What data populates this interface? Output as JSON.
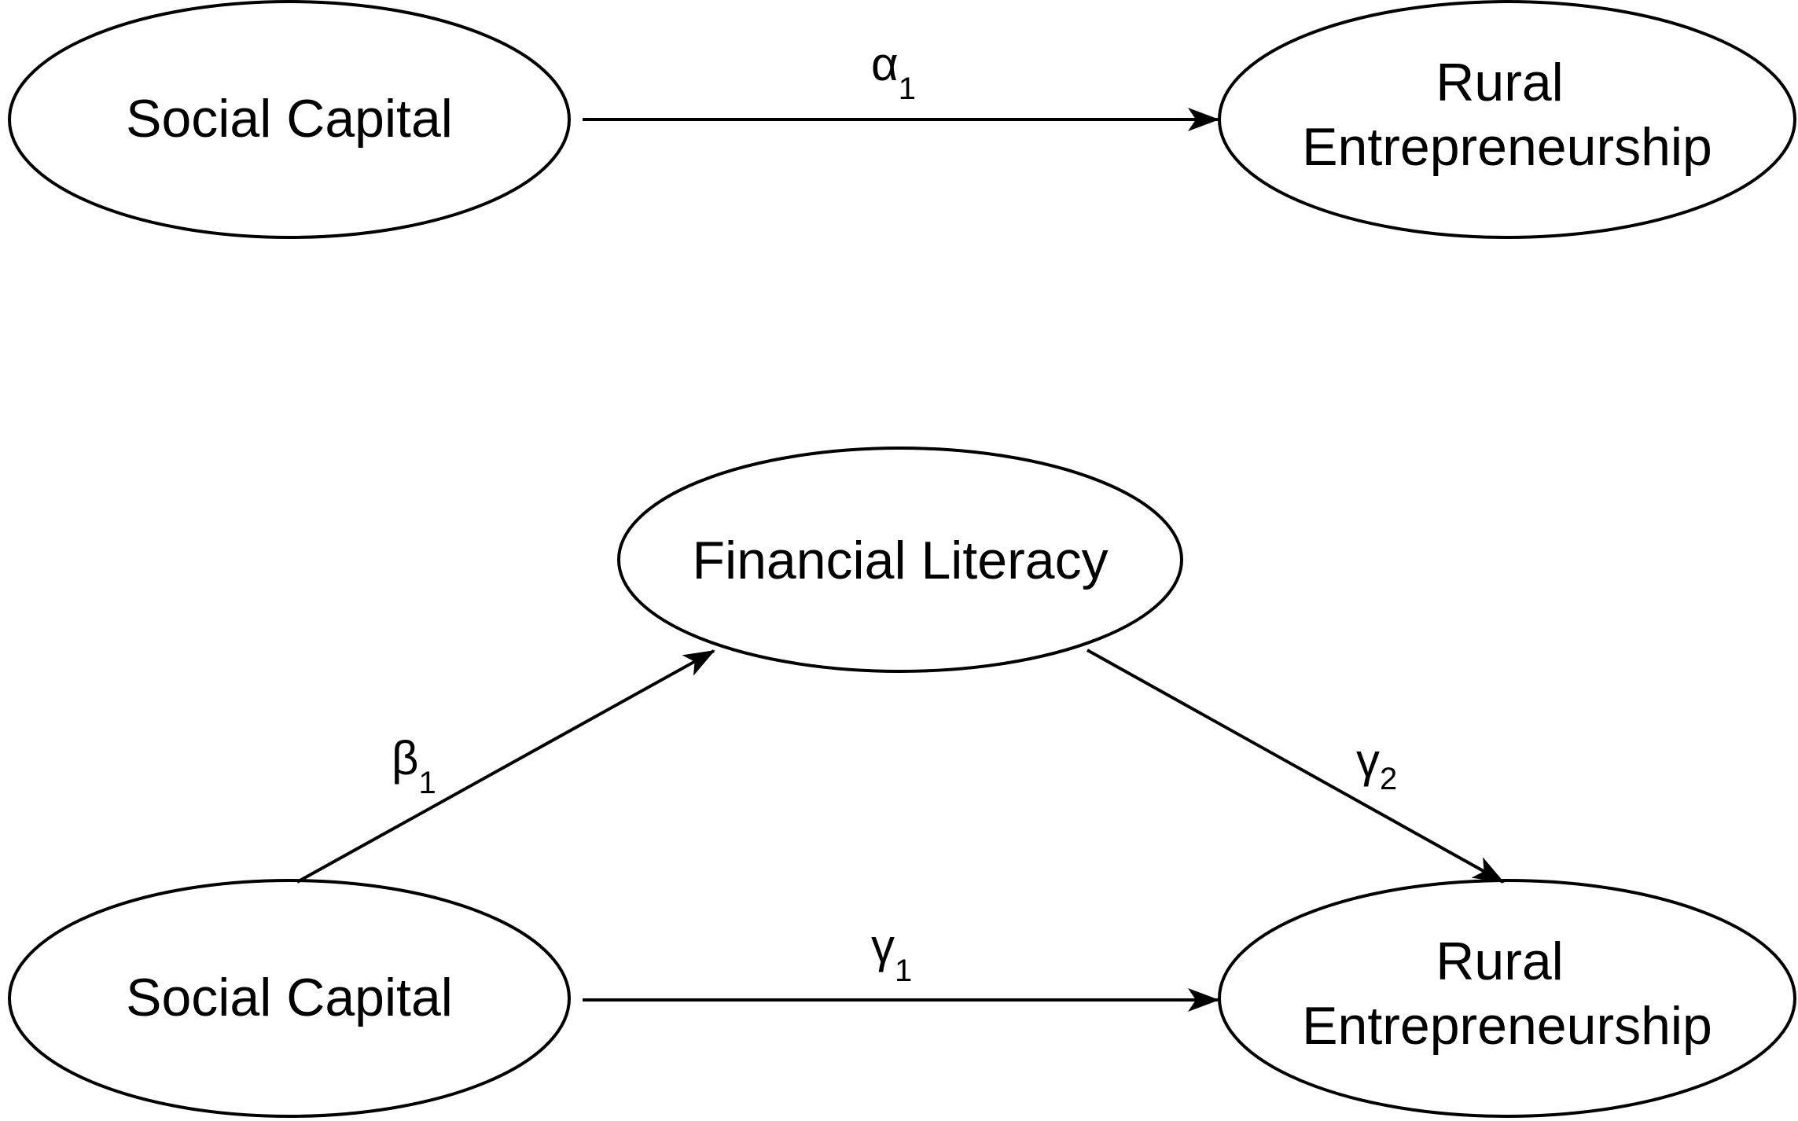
{
  "top_model": {
    "social_capital": "Social Capital",
    "rural_line1": "Rural",
    "rural_line2": "Entrepreneurship",
    "path": {
      "symbol": "α",
      "sub": "1"
    }
  },
  "bottom_model": {
    "financial_literacy": "Financial Literacy",
    "social_capital": "Social Capital",
    "rural_line1": "Rural",
    "rural_line2": "Entrepreneurship",
    "path_beta": {
      "symbol": "β",
      "sub": "1"
    },
    "path_gamma2": {
      "symbol": "γ",
      "sub": "2"
    },
    "path_gamma1": {
      "symbol": "γ",
      "sub": "1"
    }
  }
}
